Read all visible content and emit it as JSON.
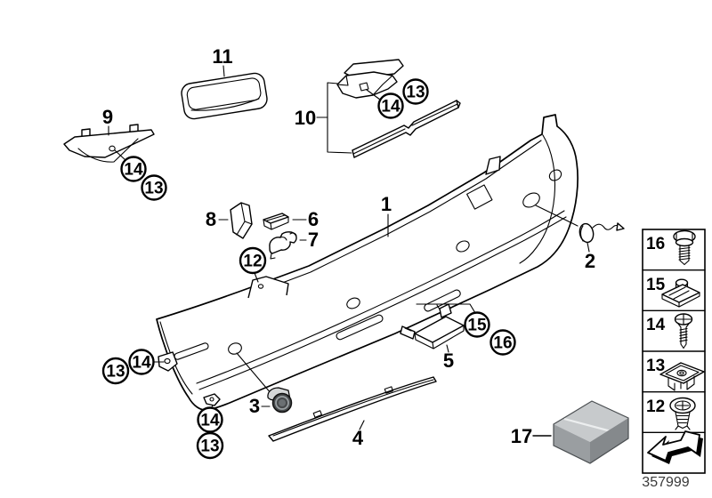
{
  "diagram": {
    "item_labels": {
      "i1": "1",
      "i2": "2",
      "i3": "3",
      "i4": "4",
      "i5": "5",
      "i6": "6",
      "i7": "7",
      "i8": "8",
      "i9": "9",
      "i10": "10",
      "i11": "11",
      "i17": "17"
    },
    "circled_callouts": {
      "part9_14": "14",
      "part9_13": "13",
      "part10_14": "14",
      "part10_13": "13",
      "top_12": "12",
      "left_14": "14",
      "left_13": "13",
      "bottom_14": "14",
      "bottom_13": "13",
      "part5_15": "15",
      "part5_16": "16"
    },
    "legend": {
      "rows": [
        {
          "label": "16",
          "icon": "hex-flange-bolt-icon"
        },
        {
          "label": "15",
          "icon": "clip-nut-icon"
        },
        {
          "label": "14",
          "icon": "tapping-screw-icon"
        },
        {
          "label": "13",
          "icon": "expansion-nut-icon"
        },
        {
          "label": "12",
          "icon": "expanding-rivet-icon"
        },
        {
          "label": "",
          "icon": "continuation-arrow-icon"
        }
      ]
    },
    "footer": {
      "part_number": "357999"
    },
    "colors": {
      "line": "#000000",
      "box_top": "#c7cacc",
      "box_front": "#9a9ea1",
      "box_side": "#85898c",
      "sensor_dark": "#46494b"
    }
  }
}
